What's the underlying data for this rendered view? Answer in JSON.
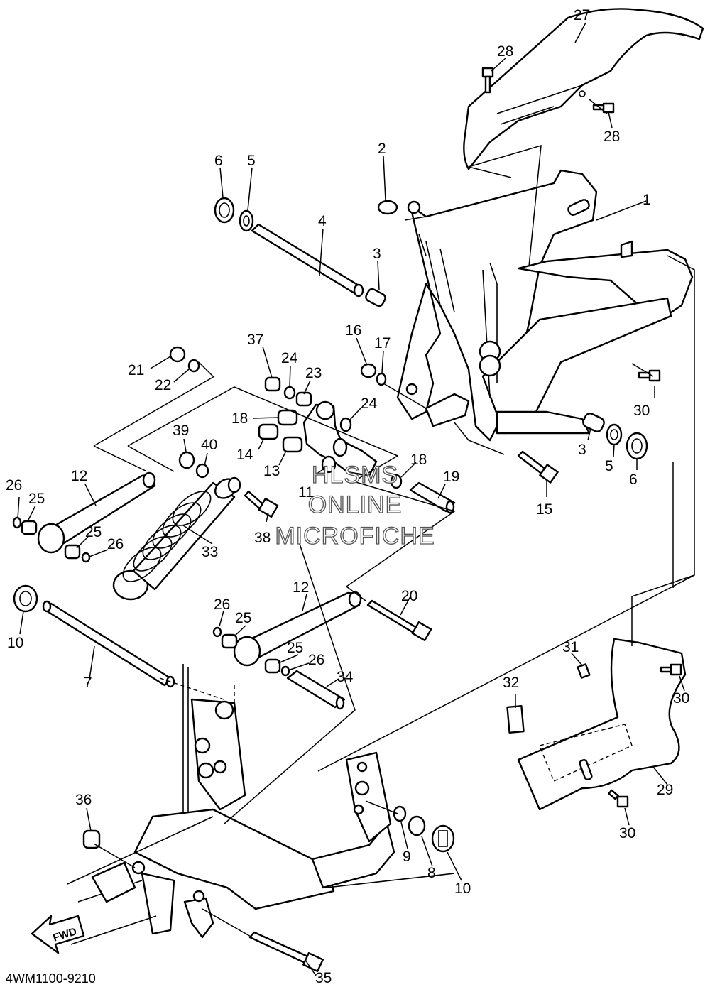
{
  "diagram": {
    "code": "4WM1100-9210",
    "fwd_label": "FWD",
    "watermark": [
      "HLSMS",
      "ONLINE",
      "MICROFICHE"
    ],
    "callouts": [
      {
        "id": "c27a",
        "text": "27"
      },
      {
        "id": "c28a",
        "text": "28"
      },
      {
        "id": "c28b",
        "text": "28"
      },
      {
        "id": "c1",
        "text": "1"
      },
      {
        "id": "c2",
        "text": "2"
      },
      {
        "id": "c6a",
        "text": "6"
      },
      {
        "id": "c5a",
        "text": "5"
      },
      {
        "id": "c4",
        "text": "4"
      },
      {
        "id": "c3a",
        "text": "3"
      },
      {
        "id": "c16",
        "text": "16"
      },
      {
        "id": "c17",
        "text": "17"
      },
      {
        "id": "c37",
        "text": "37"
      },
      {
        "id": "c24a",
        "text": "24"
      },
      {
        "id": "c23",
        "text": "23"
      },
      {
        "id": "c21",
        "text": "21"
      },
      {
        "id": "c22",
        "text": "22"
      },
      {
        "id": "c18a",
        "text": "18"
      },
      {
        "id": "c24b",
        "text": "24"
      },
      {
        "id": "c14",
        "text": "14"
      },
      {
        "id": "c13",
        "text": "13"
      },
      {
        "id": "c39",
        "text": "39"
      },
      {
        "id": "c40",
        "text": "40"
      },
      {
        "id": "c11",
        "text": "11"
      },
      {
        "id": "c18b",
        "text": "18"
      },
      {
        "id": "c19",
        "text": "19"
      },
      {
        "id": "c30a",
        "text": "30"
      },
      {
        "id": "c3b",
        "text": "3"
      },
      {
        "id": "c5b",
        "text": "5"
      },
      {
        "id": "c6b",
        "text": "6"
      },
      {
        "id": "c15",
        "text": "15"
      },
      {
        "id": "c12a",
        "text": "12"
      },
      {
        "id": "c26a",
        "text": "26"
      },
      {
        "id": "c25a",
        "text": "25"
      },
      {
        "id": "c25b",
        "text": "25"
      },
      {
        "id": "c26b",
        "text": "26"
      },
      {
        "id": "c38",
        "text": "38"
      },
      {
        "id": "c33",
        "text": "33"
      },
      {
        "id": "c10a",
        "text": "10"
      },
      {
        "id": "c7",
        "text": "7"
      },
      {
        "id": "c12b",
        "text": "12"
      },
      {
        "id": "c20",
        "text": "20"
      },
      {
        "id": "c26c",
        "text": "26"
      },
      {
        "id": "c25c",
        "text": "25"
      },
      {
        "id": "c25d",
        "text": "25"
      },
      {
        "id": "c26d",
        "text": "26"
      },
      {
        "id": "c34",
        "text": "34"
      },
      {
        "id": "c31",
        "text": "31"
      },
      {
        "id": "c30b",
        "text": "30"
      },
      {
        "id": "c32",
        "text": "32"
      },
      {
        "id": "c29",
        "text": "29"
      },
      {
        "id": "c30c",
        "text": "30"
      },
      {
        "id": "c36",
        "text": "36"
      },
      {
        "id": "c9",
        "text": "9"
      },
      {
        "id": "c8",
        "text": "8"
      },
      {
        "id": "c10b",
        "text": "10"
      },
      {
        "id": "c35",
        "text": "35"
      }
    ]
  }
}
